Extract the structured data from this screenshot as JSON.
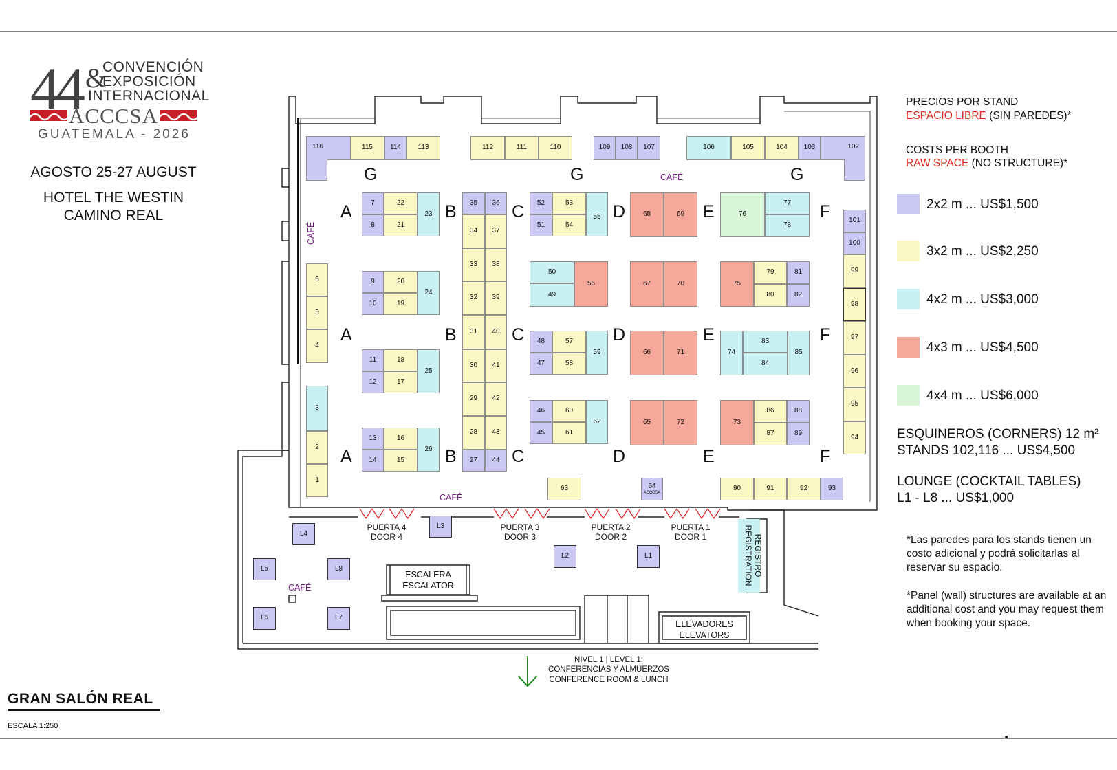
{
  "header": {
    "number": "44",
    "amp": "&",
    "line1": "CONVENCIÓN",
    "line2": "EXPOSICIÓN",
    "line3": "INTERNACIONAL",
    "brand": "ACCCSA",
    "location": "GUATEMALA - 2026",
    "dates": "AGOSTO 25-27 AUGUST",
    "venue1": "HOTEL THE WESTIN",
    "venue2": "CAMINO REAL"
  },
  "colors": {
    "size_2x2": "#cbc8f5",
    "size_3x2": "#fbf8c5",
    "size_4x2": "#c9f1f3",
    "size_4x3": "#f6a99b",
    "size_4x4": "#d8f5d8",
    "accent_red": "#e0281e",
    "cafe_purple": "#7a1f8a"
  },
  "legend": {
    "precios": "PRECIOS POR STAND",
    "espacio_red": "ESPACIO LIBRE",
    "espacio_rest": " (SIN PAREDES)*",
    "costs": "COSTS PER BOOTH",
    "raw_red": "RAW SPACE",
    "raw_rest": " (NO STRUCTURE)*",
    "prices": [
      {
        "size": "2x2",
        "label": "2x2 m ... US$1,500"
      },
      {
        "size": "3x2",
        "label": "3x2 m ... US$2,250"
      },
      {
        "size": "4x2",
        "label": "4x2 m ... US$3,000"
      },
      {
        "size": "4x3",
        "label": "4x3 m ... US$4,500"
      },
      {
        "size": "4x4",
        "label": "4x4 m ... US$6,000"
      }
    ],
    "corners1": "ESQUINEROS (CORNERS) 12 m²",
    "corners2": "STANDS 102,116 ... US$4,500",
    "lounge1": "LOUNGE (COCKTAIL TABLES)",
    "lounge2": "L1 - L8 ... US$1,000",
    "note_es": "*Las paredes para los stands tienen un costo adicional y podrá solicitarlas al reservar su espacio.",
    "note_en": "*Panel (wall) structures are available at an additional cost and you may request them when booking your space."
  },
  "aisles": [
    "A",
    "B",
    "C",
    "D",
    "E",
    "F",
    "G"
  ],
  "cafe": "CAFÉ",
  "doors": {
    "d4a": "PUERTA 4",
    "d4b": "DOOR 4",
    "d3a": "PUERTA 3",
    "d3b": "DOOR 3",
    "d2a": "PUERTA 2",
    "d2b": "DOOR 2",
    "d1a": "PUERTA 1",
    "d1b": "DOOR 1"
  },
  "registro": "REGISTRO",
  "registration": "REGISTRATION",
  "escalera": "ESCALERA",
  "escalator": "ESCALATOR",
  "elevadores": "ELEVADORES",
  "elevators": "ELEVATORS",
  "nivel1": "NIVEL 1 | LEVEL 1:",
  "nivel2": "CONFERENCIAS Y ALMUERZOS",
  "nivel3": "CONFERENCE ROOM & LUNCH",
  "booth_64_sub": "ACCCSA",
  "footer": {
    "room": "GRAN SALÓN REAL",
    "scale": "ESCALA  1:250"
  },
  "booths": {
    "b1": "1",
    "b2": "2",
    "b3": "3",
    "b4": "4",
    "b5": "5",
    "b6": "6",
    "b7": "7",
    "b8": "8",
    "b9": "9",
    "b10": "10",
    "b11": "11",
    "b12": "12",
    "b13": "13",
    "b14": "14",
    "b15": "15",
    "b16": "16",
    "b17": "17",
    "b18": "18",
    "b19": "19",
    "b20": "20",
    "b21": "21",
    "b22": "22",
    "b23": "23",
    "b24": "24",
    "b25": "25",
    "b26": "26",
    "b27": "27",
    "b28": "28",
    "b29": "29",
    "b30": "30",
    "b31": "31",
    "b32": "32",
    "b33": "33",
    "b34": "34",
    "b35": "35",
    "b36": "36",
    "b37": "37",
    "b38": "38",
    "b39": "39",
    "b40": "40",
    "b41": "41",
    "b42": "42",
    "b43": "43",
    "b44": "44",
    "b45": "45",
    "b46": "46",
    "b47": "47",
    "b48": "48",
    "b49": "49",
    "b50": "50",
    "b51": "51",
    "b52": "52",
    "b53": "53",
    "b54": "54",
    "b55": "55",
    "b56": "56",
    "b57": "57",
    "b58": "58",
    "b59": "59",
    "b60": "60",
    "b61": "61",
    "b62": "62",
    "b63": "63",
    "b64": "64",
    "b65": "65",
    "b66": "66",
    "b67": "67",
    "b68": "68",
    "b69": "69",
    "b70": "70",
    "b71": "71",
    "b72": "72",
    "b73": "73",
    "b74": "74",
    "b75": "75",
    "b76": "76",
    "b77": "77",
    "b78": "78",
    "b79": "79",
    "b80": "80",
    "b81": "81",
    "b82": "82",
    "b83": "83",
    "b84": "84",
    "b85": "85",
    "b86": "86",
    "b87": "87",
    "b88": "88",
    "b89": "89",
    "b90": "90",
    "b91": "91",
    "b92": "92",
    "b93": "93",
    "b94": "94",
    "b95": "95",
    "b96": "96",
    "b97": "97",
    "b98": "98",
    "b99": "99",
    "b100": "100",
    "b101": "101",
    "b102": "102",
    "b103": "103",
    "b104": "104",
    "b105": "105",
    "b106": "106",
    "b107": "107",
    "b108": "108",
    "b109": "109",
    "b110": "110",
    "b111": "111",
    "b112": "112",
    "b113": "113",
    "b114": "114",
    "b115": "115",
    "b116": "116",
    "L1": "L1",
    "L2": "L2",
    "L3": "L3",
    "L4": "L4",
    "L5": "L5",
    "L6": "L6",
    "L7": "L7",
    "L8": "L8"
  }
}
